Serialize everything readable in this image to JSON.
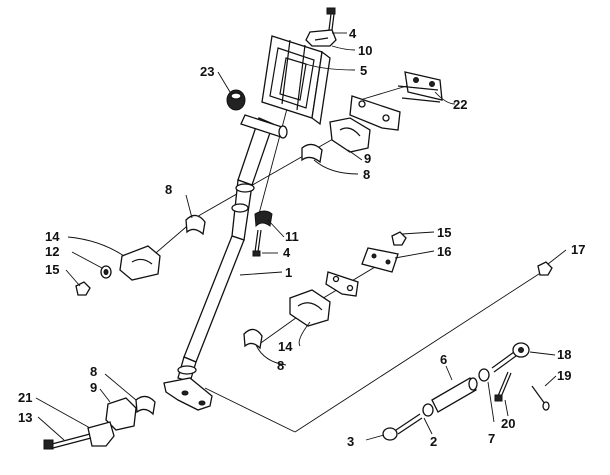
{
  "callouts": [
    {
      "id": "c1",
      "text": "1"
    },
    {
      "id": "c2",
      "text": "2"
    },
    {
      "id": "c3",
      "text": "3"
    },
    {
      "id": "c4a",
      "text": "4"
    },
    {
      "id": "c4b",
      "text": "4"
    },
    {
      "id": "c5",
      "text": "5"
    },
    {
      "id": "c6",
      "text": "6"
    },
    {
      "id": "c7",
      "text": "7"
    },
    {
      "id": "c8a",
      "text": "8"
    },
    {
      "id": "c8b",
      "text": "8"
    },
    {
      "id": "c8c",
      "text": "8"
    },
    {
      "id": "c8d",
      "text": "8"
    },
    {
      "id": "c9a",
      "text": "9"
    },
    {
      "id": "c9b",
      "text": "9"
    },
    {
      "id": "c10",
      "text": "10"
    },
    {
      "id": "c11",
      "text": "11"
    },
    {
      "id": "c12",
      "text": "12"
    },
    {
      "id": "c13",
      "text": "13"
    },
    {
      "id": "c14a",
      "text": "14"
    },
    {
      "id": "c14b",
      "text": "14"
    },
    {
      "id": "c15a",
      "text": "15"
    },
    {
      "id": "c15b",
      "text": "15"
    },
    {
      "id": "c16",
      "text": "16"
    },
    {
      "id": "c17",
      "text": "17"
    },
    {
      "id": "c18",
      "text": "18"
    },
    {
      "id": "c19",
      "text": "19"
    },
    {
      "id": "c20",
      "text": "20"
    },
    {
      "id": "c21",
      "text": "21"
    },
    {
      "id": "c22",
      "text": "22"
    },
    {
      "id": "c23",
      "text": "23"
    }
  ]
}
